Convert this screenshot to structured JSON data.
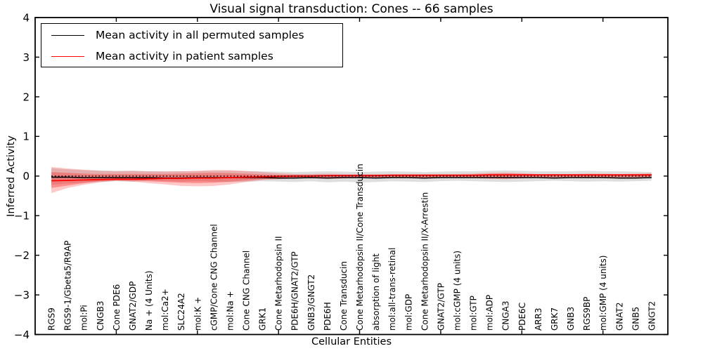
{
  "chart_data": {
    "type": "line",
    "title": "Visual signal transduction: Cones -- 66 samples",
    "xlabel": "Cellular Entities",
    "ylabel": "Inferred Activity",
    "ylim": [
      -4,
      4
    ],
    "grid": false,
    "legend_position": "upper left",
    "ytick_values": [
      4,
      3,
      2,
      1,
      0,
      -1,
      -2,
      -3,
      -4
    ],
    "ytick_labels": [
      "4",
      "3",
      "2",
      "1",
      "0",
      "−1",
      "−2",
      "−3",
      "−4"
    ],
    "xtick_step": 5,
    "categories": [
      "RGS9",
      "RGS9-1/Gbeta5/R9AP",
      "mol:Pi",
      "CNGB3",
      "Cone PDE6",
      "GNAT2/GDP",
      "Na + (4 Units)",
      "mol:Ca2+",
      "SLC24A2",
      "mol:K +",
      "cGMP/Cone CNG Channel",
      "mol:Na +",
      "Cone CNG Channel",
      "GRK1",
      "Cone Metarhodopsin II",
      "PDE6H/GNAT2/GTP",
      "GNB3/GNGT2",
      "PDE6H",
      "Cone Transducin",
      "Cone Metarhodopsin II/Cone Transducin",
      "absorption of light",
      "mol:all-trans-retinal",
      "mol:GDP",
      "Cone Metarhodopsin II/X-Arrestin",
      "GNAT2/GTP",
      "mol:cGMP (4 units)",
      "mol:GTP",
      "mol:ADP",
      "CNGA3",
      "PDE6C",
      "ARR3",
      "GRK7",
      "GNB3",
      "RGS9BP",
      "mol:GMP (4 units)",
      "GNAT2",
      "GNB5",
      "GNGT2"
    ],
    "reference_line": {
      "y": 0,
      "style": "dotted",
      "color": "#000000"
    },
    "legend": [
      {
        "label": "Mean activity in all permuted samples",
        "color": "#000000"
      },
      {
        "label": "Mean activity in patient samples",
        "color": "#ff0000"
      }
    ],
    "series": [
      {
        "name": "Mean activity in all permuted samples",
        "color": "#000000",
        "line_width": 1.6,
        "values": [
          -0.03,
          -0.03,
          -0.04,
          -0.04,
          -0.04,
          -0.04,
          -0.04,
          -0.05,
          -0.05,
          -0.04,
          -0.04,
          -0.04,
          -0.04,
          -0.04,
          -0.05,
          -0.05,
          -0.04,
          -0.05,
          -0.04,
          -0.04,
          -0.05,
          -0.04,
          -0.04,
          -0.05,
          -0.04,
          -0.04,
          -0.04,
          -0.04,
          -0.04,
          -0.04,
          -0.04,
          -0.05,
          -0.04,
          -0.04,
          -0.04,
          -0.05,
          -0.05,
          -0.04
        ],
        "bands": [
          {
            "name": "permuted-std-band",
            "fill": "#9a9a9a",
            "opacity": 0.33,
            "upper": [
              0.2,
              0.17,
              0.15,
              0.14,
              0.13,
              0.13,
              0.12,
              0.12,
              0.12,
              0.12,
              0.13,
              0.13,
              0.12,
              0.12,
              0.11,
              0.1,
              0.11,
              0.12,
              0.11,
              0.1,
              0.11,
              0.12,
              0.11,
              0.1,
              0.11,
              0.12,
              0.12,
              0.13,
              0.14,
              0.13,
              0.12,
              0.12,
              0.12,
              0.13,
              0.12,
              0.12,
              0.11,
              0.1
            ],
            "lower": [
              -0.22,
              -0.19,
              -0.17,
              -0.15,
              -0.13,
              -0.14,
              -0.12,
              -0.13,
              -0.14,
              -0.13,
              -0.14,
              -0.15,
              -0.14,
              -0.13,
              -0.14,
              -0.15,
              -0.13,
              -0.16,
              -0.14,
              -0.16,
              -0.15,
              -0.13,
              -0.14,
              -0.15,
              -0.13,
              -0.12,
              -0.13,
              -0.14,
              -0.15,
              -0.14,
              -0.13,
              -0.12,
              -0.13,
              -0.14,
              -0.13,
              -0.14,
              -0.13,
              -0.12
            ]
          }
        ]
      },
      {
        "name": "Mean activity in patient samples",
        "color": "#ff0000",
        "line_width": 1.8,
        "values": [
          -0.12,
          -0.11,
          -0.1,
          -0.09,
          -0.08,
          -0.08,
          -0.07,
          -0.06,
          -0.06,
          -0.05,
          -0.05,
          -0.04,
          -0.03,
          -0.02,
          -0.01,
          0.0,
          0.0,
          0.01,
          0.01,
          0.01,
          0.01,
          0.02,
          0.02,
          0.02,
          0.02,
          0.02,
          0.02,
          0.03,
          0.03,
          0.03,
          0.03,
          0.03,
          0.03,
          0.03,
          0.03,
          0.03,
          0.03,
          0.03
        ],
        "bands": [
          {
            "name": "patient-outer-band",
            "fill": "#ff0000",
            "opacity": 0.22,
            "upper": [
              0.23,
              0.19,
              0.16,
              0.13,
              0.12,
              0.13,
              0.12,
              0.11,
              0.12,
              0.13,
              0.15,
              0.15,
              0.13,
              0.1,
              0.07,
              0.05,
              0.05,
              0.06,
              0.05,
              0.05,
              0.05,
              0.05,
              0.05,
              0.05,
              0.05,
              0.05,
              0.06,
              0.08,
              0.09,
              0.07,
              0.05,
              0.05,
              0.05,
              0.06,
              0.06,
              0.05,
              0.06,
              0.07
            ],
            "lower": [
              -0.43,
              -0.3,
              -0.22,
              -0.16,
              -0.12,
              -0.14,
              -0.18,
              -0.21,
              -0.25,
              -0.26,
              -0.25,
              -0.21,
              -0.15,
              -0.1,
              -0.08,
              -0.06,
              -0.06,
              -0.07,
              -0.06,
              -0.05,
              -0.05,
              -0.05,
              -0.05,
              -0.05,
              -0.04,
              -0.04,
              -0.05,
              -0.07,
              -0.08,
              -0.06,
              -0.04,
              -0.04,
              -0.04,
              -0.05,
              -0.05,
              -0.04,
              -0.04,
              -0.03
            ]
          },
          {
            "name": "patient-inner-band",
            "fill": "#ff0000",
            "opacity": 0.28,
            "upper": [
              0.1,
              0.08,
              0.06,
              0.05,
              0.05,
              0.05,
              0.05,
              0.05,
              0.06,
              0.07,
              0.08,
              0.07,
              0.06,
              0.04,
              0.03,
              0.03,
              0.03,
              0.03,
              0.03,
              0.03,
              0.03,
              0.03,
              0.03,
              0.03,
              0.03,
              0.03,
              0.04,
              0.05,
              0.06,
              0.05,
              0.04,
              0.04,
              0.04,
              0.04,
              0.04,
              0.04,
              0.04,
              0.05
            ],
            "lower": [
              -0.3,
              -0.24,
              -0.18,
              -0.13,
              -0.11,
              -0.12,
              -0.13,
              -0.15,
              -0.17,
              -0.18,
              -0.17,
              -0.14,
              -0.11,
              -0.08,
              -0.06,
              -0.05,
              -0.05,
              -0.05,
              -0.05,
              -0.04,
              -0.04,
              -0.04,
              -0.04,
              -0.04,
              -0.03,
              -0.03,
              -0.04,
              -0.05,
              -0.06,
              -0.05,
              -0.03,
              -0.03,
              -0.03,
              -0.04,
              -0.04,
              -0.03,
              -0.03,
              -0.02
            ]
          }
        ]
      }
    ]
  }
}
